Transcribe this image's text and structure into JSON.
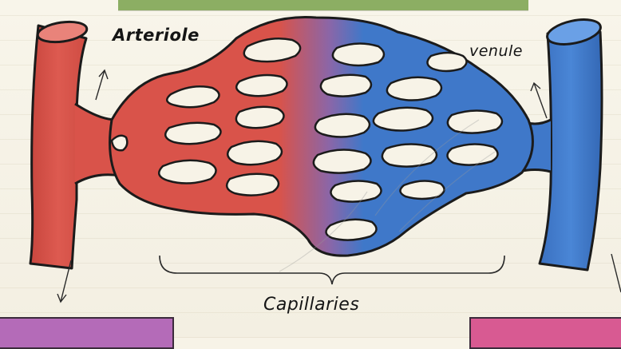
{
  "labels": {
    "arteriole": "Arteriole",
    "venule": "venule",
    "capillaries": "Capillaries"
  },
  "colors": {
    "artery": "#d9534a",
    "vein": "#3f78c9",
    "banner": "#8cae63",
    "left_box": "#b46bb8",
    "right_box": "#d85a92"
  }
}
